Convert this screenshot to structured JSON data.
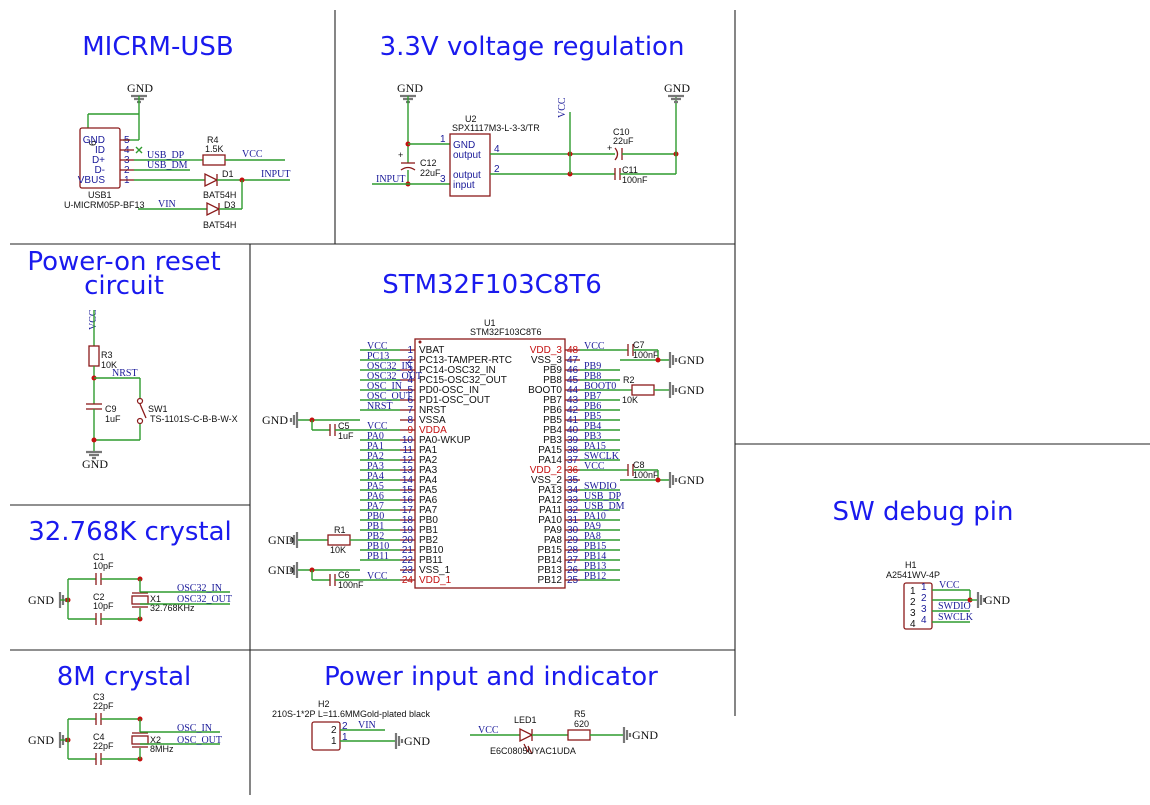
{
  "sections": {
    "usb": "MICRM-USB",
    "reg": "3.3V voltage regulation",
    "reset_1": "Power-on reset",
    "reset_2": "circuit",
    "mcu": "STM32F103C8T6",
    "crystal32": "32.768K crystal",
    "crystal8": "8M crystal",
    "power": "Power input and indicator",
    "swd": "SW debug pin"
  },
  "labels": {
    "gnd": "GND",
    "vcc": "VCC",
    "input": "INPUT",
    "vin": "VIN",
    "usb_dp": "USB_DP",
    "usb_dm": "USB_DM",
    "nrst": "NRST",
    "osc32_in": "OSC32_IN",
    "osc32_out": "OSC32_OUT",
    "osc_in": "OSC_IN",
    "osc_out": "OSC_OUT",
    "swdio": "SWDIO",
    "swclk": "SWCLK",
    "boot0": "BOOT0"
  },
  "usb": {
    "ref": "USB1",
    "part": "U-MICRM05P-BF13",
    "pins": [
      "GND",
      "ID",
      "D+",
      "D-",
      "VBUS"
    ],
    "pin_numbers": [
      "5",
      "4",
      "3",
      "2",
      "1"
    ],
    "shield_pin": "6"
  },
  "parts": {
    "r4_ref": "R4",
    "r4_val": "1.5K",
    "d1_ref": "D1",
    "d1_part": "BAT54H",
    "d3_ref": "D3",
    "d3_part": "BAT54H",
    "u2_ref": "U2",
    "u2_part": "SPX1117M3-L-3-3/TR",
    "u2_pins": [
      "GND",
      "output",
      "output",
      "input"
    ],
    "u2_pin_numbers": [
      "1",
      "4",
      "2",
      "3"
    ],
    "c12_ref": "C12",
    "c12_val": "22uF",
    "c10_ref": "C10",
    "c10_val": "22uF",
    "c11_ref": "C11",
    "c11_val": "100nF",
    "r3_ref": "R3",
    "r3_val": "10K",
    "c9_ref": "C9",
    "c9_val": "1uF",
    "sw1_ref": "SW1",
    "sw1_part": "TS-1101S-C-B-B-W-X",
    "c1_ref": "C1",
    "c1_val": "10pF",
    "c2_ref": "C2",
    "c2_val": "10pF",
    "x1_ref": "X1",
    "x1_val": "32.768KHz",
    "c3_ref": "C3",
    "c3_val": "22pF",
    "c4_ref": "C4",
    "c4_val": "22pF",
    "x2_ref": "X2",
    "x2_val": "8MHz",
    "h2_ref": "H2",
    "h2_part": "210S-1*2P L=11.6MMGold-plated black",
    "led1_ref": "LED1",
    "led1_part": "E6C0805UYAC1UDA",
    "r5_ref": "R5",
    "r5_val": "620",
    "h1_ref": "H1",
    "h1_part": "A2541WV-4P",
    "u1_ref": "U1",
    "u1_part": "STM32F103C8T6",
    "c5_ref": "C5",
    "c5_val": "1uF",
    "c6_ref": "C6",
    "c6_val": "100nF",
    "c7_ref": "C7",
    "c7_val": "100nF",
    "c8_ref": "C8",
    "c8_val": "100nF",
    "r1_ref": "R1",
    "r1_val": "10K",
    "r2_ref": "R2",
    "r2_val": "10K"
  },
  "mcu_left": [
    {
      "num": "1",
      "name": "VBAT",
      "net": "VCC",
      "red": false
    },
    {
      "num": "2",
      "name": "PC13-TAMPER-RTC",
      "net": "PC13",
      "red": false
    },
    {
      "num": "3",
      "name": "PC14-OSC32_IN",
      "net": "OSC32_IN",
      "red": false
    },
    {
      "num": "4",
      "name": "PC15-OSC32_OUT",
      "net": "OSC32_OUT",
      "red": false
    },
    {
      "num": "5",
      "name": "PD0-OSC_IN",
      "net": "OSC_IN",
      "red": false
    },
    {
      "num": "6",
      "name": "PD1-OSC_OUT",
      "net": "OSC_OUT",
      "red": false
    },
    {
      "num": "7",
      "name": "NRST",
      "net": "NRST",
      "red": false
    },
    {
      "num": "8",
      "name": "VSSA",
      "net": "",
      "red": false
    },
    {
      "num": "9",
      "name": "VDDA",
      "net": "VCC",
      "red": true
    },
    {
      "num": "10",
      "name": "PA0-WKUP",
      "net": "PA0",
      "red": false
    },
    {
      "num": "11",
      "name": "PA1",
      "net": "PA1",
      "red": false
    },
    {
      "num": "12",
      "name": "PA2",
      "net": "PA2",
      "red": false
    },
    {
      "num": "13",
      "name": "PA3",
      "net": "PA3",
      "red": false
    },
    {
      "num": "14",
      "name": "PA4",
      "net": "PA4",
      "red": false
    },
    {
      "num": "15",
      "name": "PA5",
      "net": "PA5",
      "red": false
    },
    {
      "num": "16",
      "name": "PA6",
      "net": "PA6",
      "red": false
    },
    {
      "num": "17",
      "name": "PA7",
      "net": "PA7",
      "red": false
    },
    {
      "num": "18",
      "name": "PB0",
      "net": "PB0",
      "red": false
    },
    {
      "num": "19",
      "name": "PB1",
      "net": "PB1",
      "red": false
    },
    {
      "num": "20",
      "name": "PB2",
      "net": "PB2",
      "red": false
    },
    {
      "num": "21",
      "name": "PB10",
      "net": "PB10",
      "red": false
    },
    {
      "num": "22",
      "name": "PB11",
      "net": "PB11",
      "red": false
    },
    {
      "num": "23",
      "name": "VSS_1",
      "net": "",
      "red": false
    },
    {
      "num": "24",
      "name": "VDD_1",
      "net": "VCC",
      "red": true
    }
  ],
  "mcu_right": [
    {
      "num": "48",
      "name": "VDD_3",
      "net": "VCC",
      "red": true
    },
    {
      "num": "47",
      "name": "VSS_3",
      "net": "",
      "red": false
    },
    {
      "num": "46",
      "name": "PB9",
      "net": "PB9",
      "red": false
    },
    {
      "num": "45",
      "name": "PB8",
      "net": "PB8",
      "red": false
    },
    {
      "num": "44",
      "name": "BOOT0",
      "net": "BOOT0",
      "red": false
    },
    {
      "num": "43",
      "name": "PB7",
      "net": "PB7",
      "red": false
    },
    {
      "num": "42",
      "name": "PB6",
      "net": "PB6",
      "red": false
    },
    {
      "num": "41",
      "name": "PB5",
      "net": "PB5",
      "red": false
    },
    {
      "num": "40",
      "name": "PB4",
      "net": "PB4",
      "red": false
    },
    {
      "num": "39",
      "name": "PB3",
      "net": "PB3",
      "red": false
    },
    {
      "num": "38",
      "name": "PA15",
      "net": "PA15",
      "red": false
    },
    {
      "num": "37",
      "name": "PA14",
      "net": "SWCLK",
      "red": false
    },
    {
      "num": "36",
      "name": "VDD_2",
      "net": "VCC",
      "red": true
    },
    {
      "num": "35",
      "name": "VSS_2",
      "net": "",
      "red": false
    },
    {
      "num": "34",
      "name": "PA13",
      "net": "SWDIO",
      "red": false
    },
    {
      "num": "33",
      "name": "PA12",
      "net": "USB_DP",
      "red": false
    },
    {
      "num": "32",
      "name": "PA11",
      "net": "USB_DM",
      "red": false
    },
    {
      "num": "31",
      "name": "PA10",
      "net": "PA10",
      "red": false
    },
    {
      "num": "30",
      "name": "PA9",
      "net": "PA9",
      "red": false
    },
    {
      "num": "29",
      "name": "PA8",
      "net": "PA8",
      "red": false
    },
    {
      "num": "28",
      "name": "PB15",
      "net": "PB15",
      "red": false
    },
    {
      "num": "27",
      "name": "PB14",
      "net": "PB14",
      "red": false
    },
    {
      "num": "26",
      "name": "PB13",
      "net": "PB13",
      "red": false
    },
    {
      "num": "25",
      "name": "PB12",
      "net": "PB12",
      "red": false
    }
  ],
  "h1_pins": [
    {
      "num": "1",
      "net": "VCC"
    },
    {
      "num": "2",
      "net": ""
    },
    {
      "num": "3",
      "net": "SWDIO"
    },
    {
      "num": "4",
      "net": "SWCLK"
    }
  ],
  "h2_pins": [
    {
      "num": "2",
      "net": "VIN"
    },
    {
      "num": "1",
      "net": ""
    }
  ]
}
